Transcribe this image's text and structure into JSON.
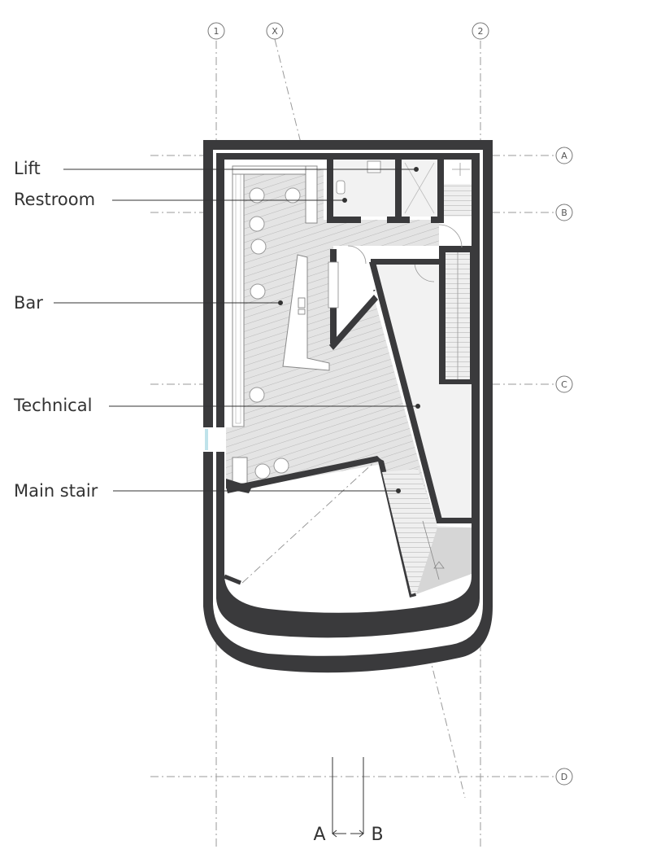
{
  "labels": {
    "lift": "Lift",
    "restroom": "Restroom",
    "bar": "Bar",
    "technical": "Technical",
    "main_stair": "Main stair"
  },
  "grid_markers": {
    "col_1": "1",
    "col_x": "X",
    "col_2": "2",
    "row_a": "A",
    "row_b": "B",
    "row_c": "C",
    "row_d": "D"
  },
  "section_marks": {
    "left": "A",
    "right": "B"
  },
  "colors": {
    "wall": "#3a3a3c",
    "floor_hatch": "#c8c8c8",
    "floor_fill": "#e6e6e6",
    "technical_fill": "#f2f2f2",
    "glass": "#bfe3ea",
    "text": "#333333"
  }
}
